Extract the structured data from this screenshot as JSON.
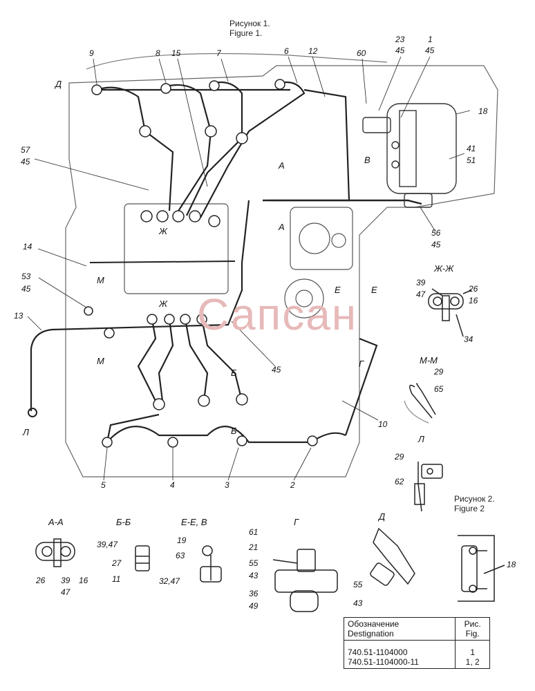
{
  "figure1": {
    "ru": "Рисунок 1.",
    "en": "Figure 1."
  },
  "figure2": {
    "ru": "Рисунок 2.",
    "en": "Figure 2"
  },
  "watermark": "Сапсан",
  "callouts": [
    {
      "id": "c9",
      "t": "9"
    },
    {
      "id": "c8",
      "t": "8"
    },
    {
      "id": "c15",
      "t": "15"
    },
    {
      "id": "c7",
      "t": "7"
    },
    {
      "id": "c6",
      "t": "6"
    },
    {
      "id": "c12",
      "t": "12"
    },
    {
      "id": "c60",
      "t": "60"
    },
    {
      "id": "c23",
      "t": "23"
    },
    {
      "id": "c45a",
      "t": "45"
    },
    {
      "id": "c1",
      "t": "1"
    },
    {
      "id": "c45b",
      "t": "45"
    },
    {
      "id": "c18",
      "t": "18"
    },
    {
      "id": "c57",
      "t": "57"
    },
    {
      "id": "c45c",
      "t": "45"
    },
    {
      "id": "c41",
      "t": "41"
    },
    {
      "id": "c51",
      "t": "51"
    },
    {
      "id": "c56",
      "t": "56"
    },
    {
      "id": "c45d",
      "t": "45"
    },
    {
      "id": "c14",
      "t": "14"
    },
    {
      "id": "c53",
      "t": "53"
    },
    {
      "id": "c45e",
      "t": "45"
    },
    {
      "id": "c13",
      "t": "13"
    },
    {
      "id": "c45f",
      "t": "45"
    },
    {
      "id": "c10",
      "t": "10"
    },
    {
      "id": "c5",
      "t": "5"
    },
    {
      "id": "c4",
      "t": "4"
    },
    {
      "id": "c3",
      "t": "3"
    },
    {
      "id": "c2",
      "t": "2"
    },
    {
      "id": "zh39",
      "t": "39"
    },
    {
      "id": "zh47",
      "t": "47"
    },
    {
      "id": "zh26",
      "t": "26"
    },
    {
      "id": "zh16",
      "t": "16"
    },
    {
      "id": "zh34",
      "t": "34"
    },
    {
      "id": "mm29",
      "t": "29"
    },
    {
      "id": "mm65",
      "t": "65"
    },
    {
      "id": "l29",
      "t": "29"
    },
    {
      "id": "l62",
      "t": "62"
    },
    {
      "id": "aa26",
      "t": "26"
    },
    {
      "id": "aa39",
      "t": "39"
    },
    {
      "id": "aa47",
      "t": "47"
    },
    {
      "id": "aa16",
      "t": "16"
    },
    {
      "id": "bb3947",
      "t": "39,47"
    },
    {
      "id": "bb27",
      "t": "27"
    },
    {
      "id": "bb11",
      "t": "11"
    },
    {
      "id": "ee19",
      "t": "19"
    },
    {
      "id": "ee63",
      "t": "63"
    },
    {
      "id": "ee3247",
      "t": "32,47"
    },
    {
      "id": "g61",
      "t": "61"
    },
    {
      "id": "g21",
      "t": "21"
    },
    {
      "id": "g55",
      "t": "55"
    },
    {
      "id": "g43",
      "t": "43"
    },
    {
      "id": "g36",
      "t": "36"
    },
    {
      "id": "g49",
      "t": "49"
    },
    {
      "id": "d55",
      "t": "55"
    },
    {
      "id": "d43",
      "t": "43"
    },
    {
      "id": "f2_18",
      "t": "18"
    }
  ],
  "section_marks": [
    {
      "id": "mD",
      "t": "Д"
    },
    {
      "id": "mA1",
      "t": "А"
    },
    {
      "id": "mA2",
      "t": "А"
    },
    {
      "id": "mV",
      "t": "В"
    },
    {
      "id": "mZh1",
      "t": "Ж"
    },
    {
      "id": "mZh2",
      "t": "Ж"
    },
    {
      "id": "mM1",
      "t": "М"
    },
    {
      "id": "mM2",
      "t": "М"
    },
    {
      "id": "mE1",
      "t": "Е"
    },
    {
      "id": "mE2",
      "t": "Е"
    },
    {
      "id": "mG",
      "t": "Г"
    },
    {
      "id": "mB1",
      "t": "Б"
    },
    {
      "id": "mB2",
      "t": "Б"
    },
    {
      "id": "mL",
      "t": "Л"
    }
  ],
  "section_titles": [
    {
      "id": "tZhZh",
      "t": "Ж-Ж"
    },
    {
      "id": "tMM",
      "t": "М-М"
    },
    {
      "id": "tL",
      "t": "Л"
    },
    {
      "id": "tAA",
      "t": "А-А"
    },
    {
      "id": "tBB",
      "t": "Б-Б"
    },
    {
      "id": "tEEV",
      "t": "Е-Е, В"
    },
    {
      "id": "tG",
      "t": "Г"
    },
    {
      "id": "tD",
      "t": "Д"
    }
  ],
  "designation_table": {
    "header_designation": {
      "ru": "Обозначение",
      "en": "Destignation"
    },
    "header_fig": {
      "ru": "Рис.",
      "en": "Fig."
    },
    "rows": [
      {
        "designation": "740.51-1104000",
        "fig": "1"
      },
      {
        "designation": "740.51-1104000-11",
        "fig": "1, 2"
      }
    ]
  }
}
